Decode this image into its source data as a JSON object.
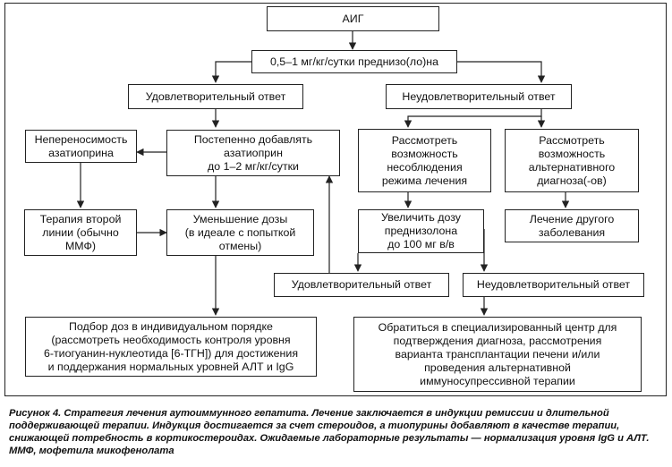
{
  "nodes": {
    "aig": "АИГ",
    "dose": "0,5–1 мг/кг/сутки преднизо(ло)на",
    "sat1": "Удовлетворительный ответ",
    "unsat1": "Неудовлетворительный ответ",
    "intolerance": "Непереносимость\nазатиоприна",
    "add_aza": "Постепенно добавлять\nазатиоприн\nдо 1–2 мг/кг/сутки",
    "check_compliance": "Рассмотреть\nвозможность\nнесоблюдения\nрежима лечения",
    "alt_diag": "Рассмотреть\nвозможность\nальтернативного\nдиагноза(-ов)",
    "second_line": "Терапия второй\nлинии (обычно\nММФ)",
    "reduce_dose": "Уменьшение дозы\n(в идеале с попыткой\nотмены)",
    "increase_pred": "Увеличить дозу\nпреднизолона\nдо 100 мг в/в",
    "treat_other": "Лечение другого\nзаболевания",
    "sat2": "Удовлетворительный ответ",
    "unsat2": "Неудовлетворительный ответ",
    "individual_dose": "Подбор доз в индивидуальном порядке\n(рассмотреть необходимость контроля уровня\n6-тиогуанин-нуклеотида [6-ТГН]) для достижения\nи поддержания нормальных уровней АЛТ и IgG",
    "specialized_center": "Обратиться в специализированный центр для\nподтверждения диагноза, рассмотрения\nварианта трансплантации печени и/или\nпроведения альтернативной\nиммуносупрессивной терапии"
  },
  "caption": "Рисунок 4. Стратегия лечения аутоиммунного гепатита. Лечение заключается в индукции ремиссии и длительной поддерживающей терапии. Индукция достигается за счет стероидов, а тиопурины добавляют в качестве терапии, снижающей потребность в кортикостероидах. Ожидаемые лабораторные результаты — нормализация уровня IgG и АЛТ. ММФ, мофетила микофенолата"
}
